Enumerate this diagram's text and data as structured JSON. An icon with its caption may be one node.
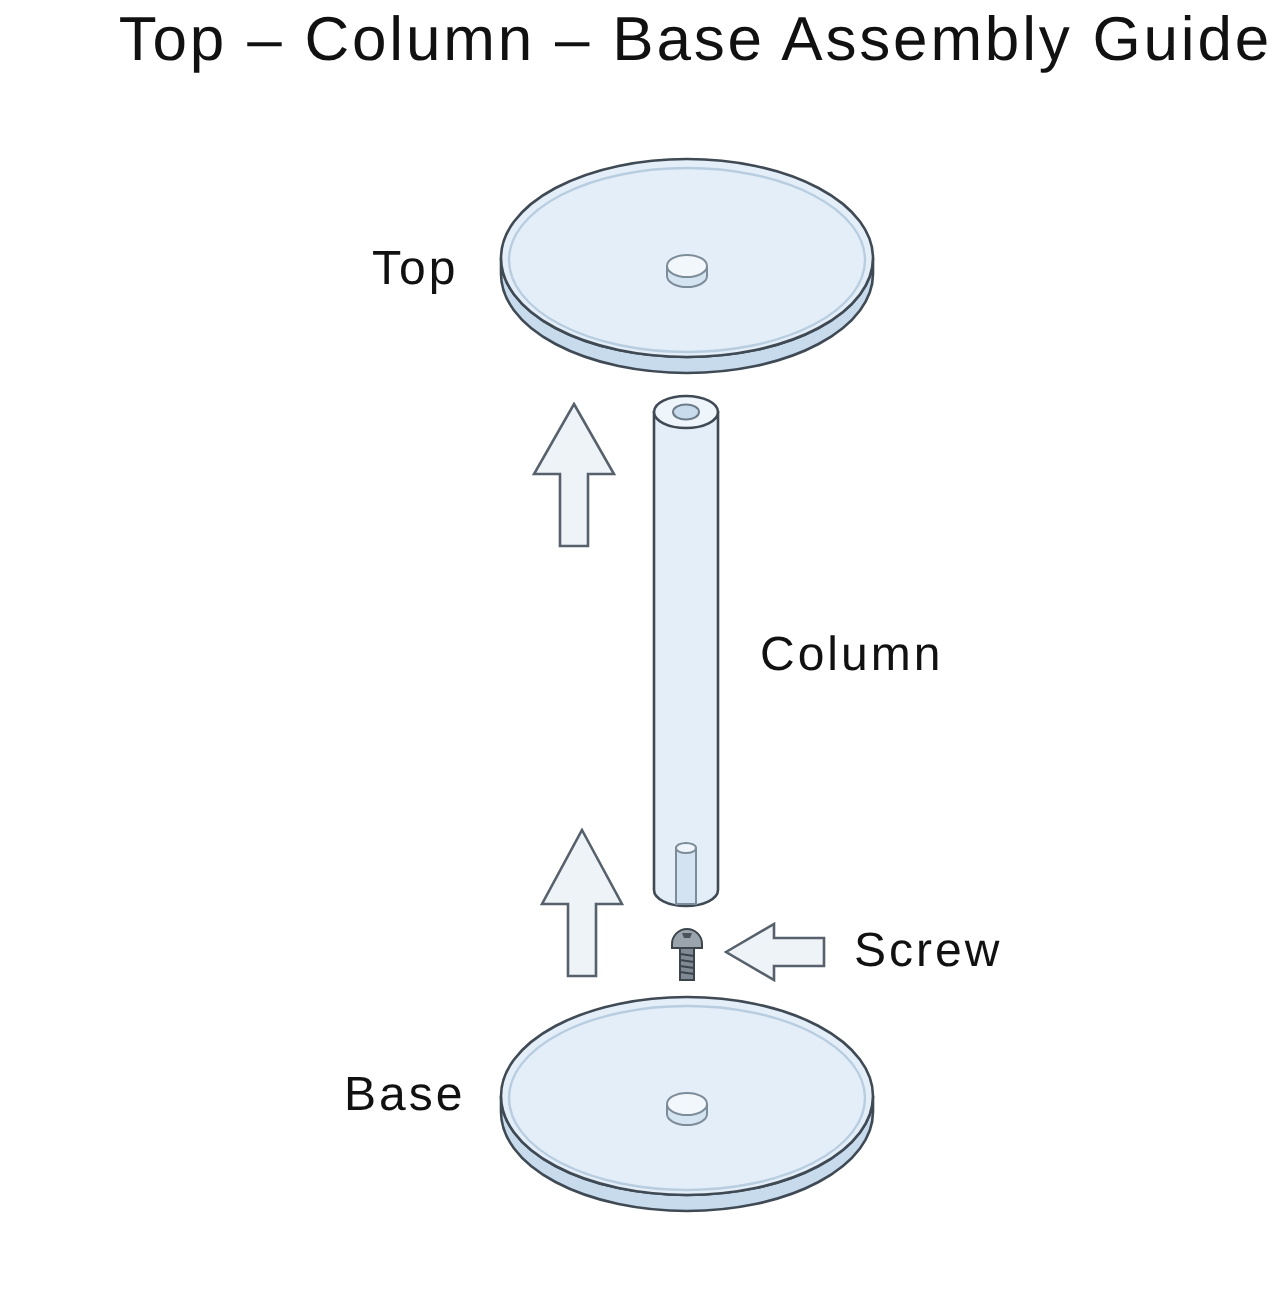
{
  "diagram": {
    "title": "Top – Column – Base Assembly Guide",
    "labels": [
      "Top",
      "Column",
      "Screw",
      "Base"
    ]
  }
}
